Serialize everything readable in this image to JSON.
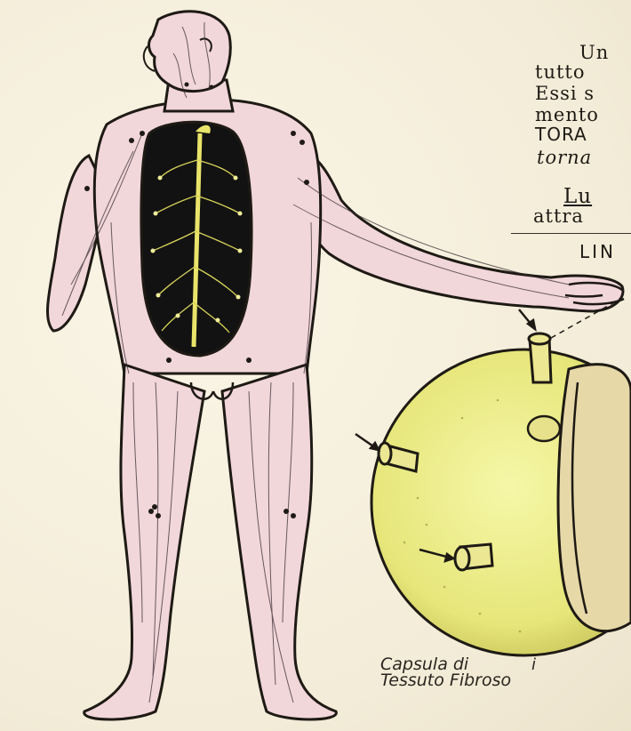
{
  "text": {
    "line1": "Un",
    "line2": "tutto",
    "line3": "Essi s",
    "line4": "mento",
    "line5": "TORA",
    "line6": "torna",
    "line7": "Lu",
    "line8": "attra",
    "line9": "LIN"
  },
  "caption": {
    "line1": "Capsula di",
    "mark": "i",
    "line2": "Tessuto Fibroso"
  },
  "colors": {
    "paper": "#f6f1e1",
    "skin": "#f2d8dc",
    "lymph_node": "#eef08a",
    "outline": "#1e1a14"
  }
}
